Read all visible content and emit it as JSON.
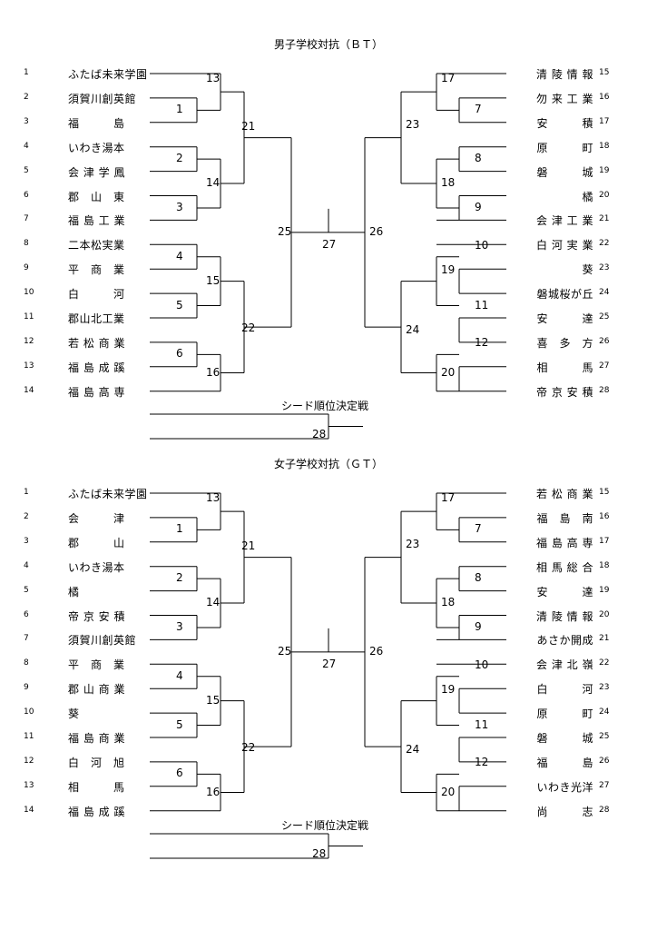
{
  "boys": {
    "title": "男子学校対抗（ＢＴ）",
    "seed_label": "シード順位決定戦",
    "left_teams": [
      {
        "seed": "1",
        "name": "ふたば未来学園"
      },
      {
        "seed": "2",
        "name": "須賀川創英館"
      },
      {
        "seed": "3",
        "name": "福　　　島"
      },
      {
        "seed": "4",
        "name": "いわき湯本"
      },
      {
        "seed": "5",
        "name": "会 津 学 鳳"
      },
      {
        "seed": "6",
        "name": "郡　山　東"
      },
      {
        "seed": "7",
        "name": "福 島 工 業"
      },
      {
        "seed": "8",
        "name": "二本松実業"
      },
      {
        "seed": "9",
        "name": "平　商　業"
      },
      {
        "seed": "10",
        "name": "白　　　河"
      },
      {
        "seed": "11",
        "name": "郡山北工業"
      },
      {
        "seed": "12",
        "name": "若 松 商 業"
      },
      {
        "seed": "13",
        "name": "福 島 成 蹊"
      },
      {
        "seed": "14",
        "name": "福 島 高 専"
      }
    ],
    "right_teams": [
      {
        "seed": "15",
        "name": "清 陵 情 報"
      },
      {
        "seed": "16",
        "name": "勿 来 工 業"
      },
      {
        "seed": "17",
        "name": "安　　　積"
      },
      {
        "seed": "18",
        "name": "原　　　町"
      },
      {
        "seed": "19",
        "name": "磐　　　城"
      },
      {
        "seed": "20",
        "name": "橘"
      },
      {
        "seed": "21",
        "name": "会 津 工 業"
      },
      {
        "seed": "22",
        "name": "白 河 実 業"
      },
      {
        "seed": "23",
        "name": "葵"
      },
      {
        "seed": "24",
        "name": "磐城桜が丘"
      },
      {
        "seed": "25",
        "name": "安　　　達"
      },
      {
        "seed": "26",
        "name": "喜　多　方"
      },
      {
        "seed": "27",
        "name": "相　　　馬"
      },
      {
        "seed": "28",
        "name": "帝 京 安 積"
      }
    ],
    "matches": {
      "m1": "1",
      "m2": "2",
      "m3": "3",
      "m4": "4",
      "m5": "5",
      "m6": "6",
      "m7": "7",
      "m8": "8",
      "m9": "9",
      "m10": "10",
      "m11": "11",
      "m12": "12",
      "m13": "13",
      "m14": "14",
      "m15": "15",
      "m16": "16",
      "m17": "17",
      "m18": "18",
      "m19": "19",
      "m20": "20",
      "m21": "21",
      "m22": "22",
      "m23": "23",
      "m24": "24",
      "m25": "25",
      "m26": "26",
      "m27": "27",
      "m28": "28"
    }
  },
  "girls": {
    "title": "女子学校対抗（ＧＴ）",
    "seed_label": "シード順位決定戦",
    "left_teams": [
      {
        "seed": "1",
        "name": "ふたば未来学園"
      },
      {
        "seed": "2",
        "name": "会　　　津"
      },
      {
        "seed": "3",
        "name": "郡　　　山"
      },
      {
        "seed": "4",
        "name": "いわき湯本"
      },
      {
        "seed": "5",
        "name": "橘"
      },
      {
        "seed": "6",
        "name": "帝 京 安 積"
      },
      {
        "seed": "7",
        "name": "須賀川創英館"
      },
      {
        "seed": "8",
        "name": "平　商　業"
      },
      {
        "seed": "9",
        "name": "郡 山 商 業"
      },
      {
        "seed": "10",
        "name": "葵"
      },
      {
        "seed": "11",
        "name": "福 島 商 業"
      },
      {
        "seed": "12",
        "name": "白　河　旭"
      },
      {
        "seed": "13",
        "name": "相　　　馬"
      },
      {
        "seed": "14",
        "name": "福 島 成 蹊"
      }
    ],
    "right_teams": [
      {
        "seed": "15",
        "name": "若 松 商 業"
      },
      {
        "seed": "16",
        "name": "福　島　南"
      },
      {
        "seed": "17",
        "name": "福 島 高 専"
      },
      {
        "seed": "18",
        "name": "相 馬 総 合"
      },
      {
        "seed": "19",
        "name": "安　　　達"
      },
      {
        "seed": "20",
        "name": "清 陵 情 報"
      },
      {
        "seed": "21",
        "name": "あさか開成"
      },
      {
        "seed": "22",
        "name": "会 津 北 嶺"
      },
      {
        "seed": "23",
        "name": "白　　　河"
      },
      {
        "seed": "24",
        "name": "原　　　町"
      },
      {
        "seed": "25",
        "name": "磐　　　城"
      },
      {
        "seed": "26",
        "name": "福　　　島"
      },
      {
        "seed": "27",
        "name": "いわき光洋"
      },
      {
        "seed": "28",
        "name": "尚　　　志"
      }
    ],
    "matches": {
      "m1": "1",
      "m2": "2",
      "m3": "3",
      "m4": "4",
      "m5": "5",
      "m6": "6",
      "m7": "7",
      "m8": "8",
      "m9": "9",
      "m10": "10",
      "m11": "11",
      "m12": "12",
      "m13": "13",
      "m14": "14",
      "m15": "15",
      "m16": "16",
      "m17": "17",
      "m18": "18",
      "m19": "19",
      "m20": "20",
      "m21": "21",
      "m22": "22",
      "m23": "23",
      "m24": "24",
      "m25": "25",
      "m26": "26",
      "m27": "27",
      "m28": "28"
    }
  }
}
